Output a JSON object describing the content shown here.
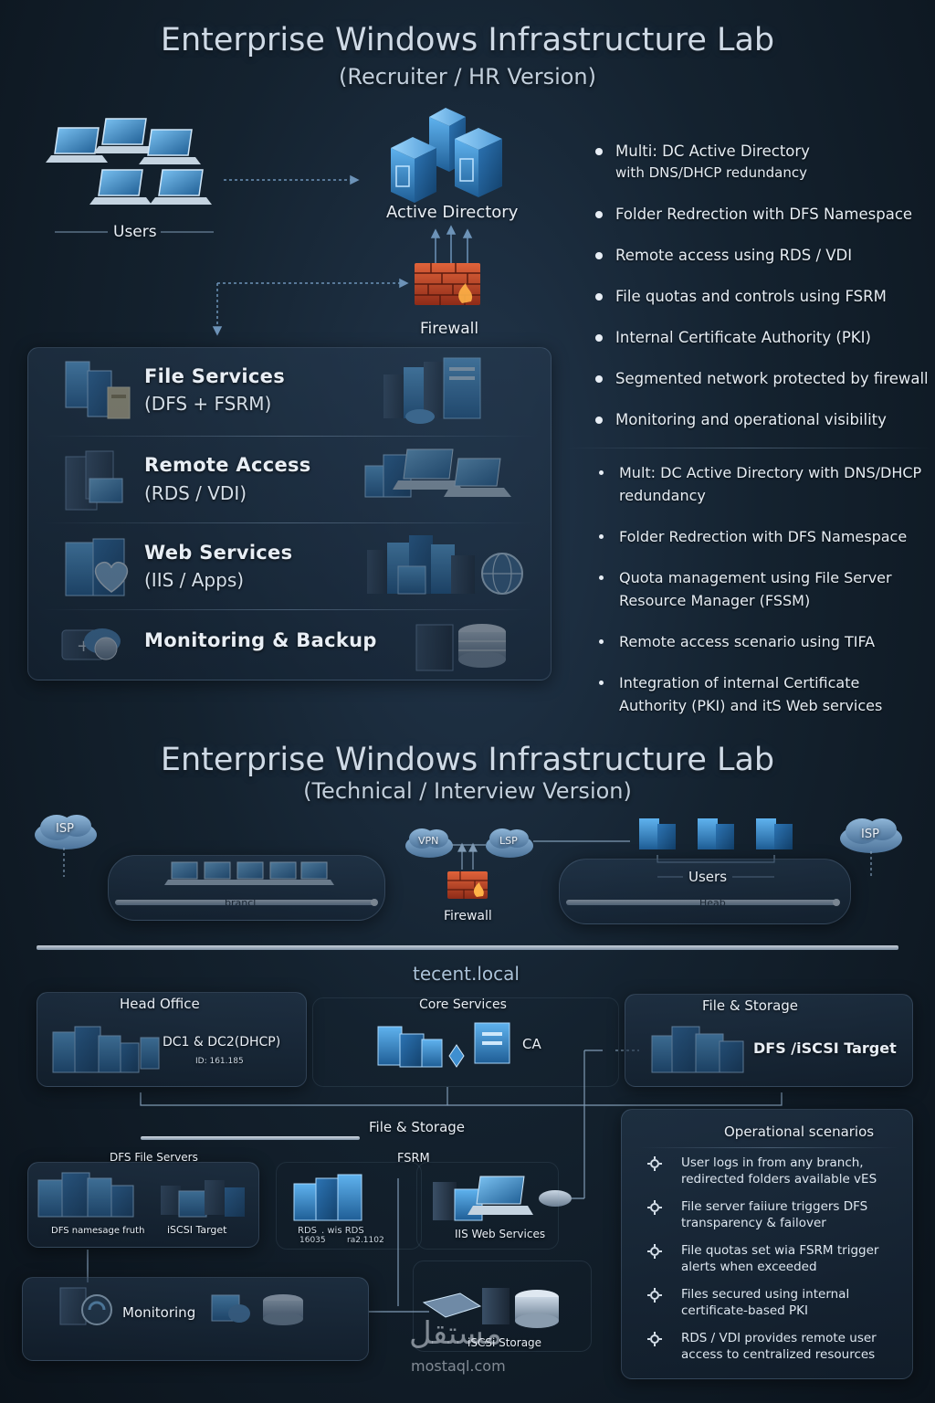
{
  "top": {
    "title": "Enterprise Windows Infrastructure Lab",
    "subtitle": "(Recruiter / HR Version)",
    "users_label": "Users",
    "ad_label": "Active Directory",
    "firewall_label": "Firewall",
    "services": [
      {
        "name": "File Services",
        "sub": "(DFS + FSRM)"
      },
      {
        "name": "Remote Access",
        "sub": "(RDS / VDI)"
      },
      {
        "name": "Web Services",
        "sub": "(IIS / Apps)"
      },
      {
        "name": "Monitoring & Backup",
        "sub": ""
      }
    ],
    "bullets_1": [
      {
        "line1": "Multi: DC Active Directory",
        "line2": "with DNS/DHCP redundancy"
      },
      {
        "line1": "Folder Redrection with DFS Namespace",
        "line2": ""
      },
      {
        "line1": "Remote access using RDS / VDI",
        "line2": ""
      },
      {
        "line1": "File quotas and controls using FSRM",
        "line2": ""
      },
      {
        "line1": "Internal Certificate Authority (PKI)",
        "line2": ""
      },
      {
        "line1": "Segmented network protected by firewall",
        "line2": ""
      },
      {
        "line1": "Monitoring and operational visibility",
        "line2": ""
      }
    ],
    "bullets_2": [
      "Mult: DC Active Directory with DNS/DHCP redundancy",
      "Folder Redrection with DFS Namespace",
      "Quota management using File Server Resource Manager (FSSM)",
      "Remote access scenario using TIFA",
      "Integration of internal Certificate Authority (PKI) and itS Web services"
    ]
  },
  "bottom": {
    "title": "Enterprise Windows Infrastructure Lab",
    "subtitle": "(Technical / Interview Version)",
    "isp_left": "ISP",
    "isp_right": "ISP",
    "vpn": "VPN",
    "lsp": "LSP",
    "branch_bar": "brancl",
    "head_bar": "Heab",
    "users_label": "Users",
    "firewall_label": "Firewall",
    "domain": "tecent.local",
    "head_office": {
      "title": "Head Office",
      "label": "DC1 & DC2(DHCP)",
      "ip": "ID: 161.185"
    },
    "core_services": {
      "title": "Core Services",
      "label": "CA"
    },
    "file_storage_top": {
      "title": "File & Storage",
      "label": "DFS /iSCSI Target"
    },
    "file_storage_mid": "File & Storage",
    "dfs_servers": {
      "title": "DFS File Servers",
      "label1": "DFS namesage fruth",
      "label2": "iSCSI Target"
    },
    "fsrm": {
      "title": "FSRM",
      "rds1": "RDS",
      "rds2": ". wis RDS",
      "rds3": "16035",
      "rds4": "ra2.1102"
    },
    "iis": "IIS Web Services",
    "monitoring": "Monitoring",
    "iscsi_storage": "iSCSi Storage",
    "ops": {
      "title": "Operational scenarios",
      "items": [
        "User logs in from any branch, redirected folders available vES",
        "File server faiiure triggers DFS transparency & failover",
        "File quotas set wia FSRM trigger alerts when exceeded",
        "Files secured using internal certificate-based PKI",
        "RDS / VDI provides remote user access to centralized resources"
      ]
    },
    "watermark_ar": "مستقل",
    "watermark": "mostaql.com"
  },
  "colors": {
    "background": "#14222f",
    "server_blue": "#3f8fd0",
    "firewall": "#c4452a",
    "text": "#e3ebf3"
  }
}
